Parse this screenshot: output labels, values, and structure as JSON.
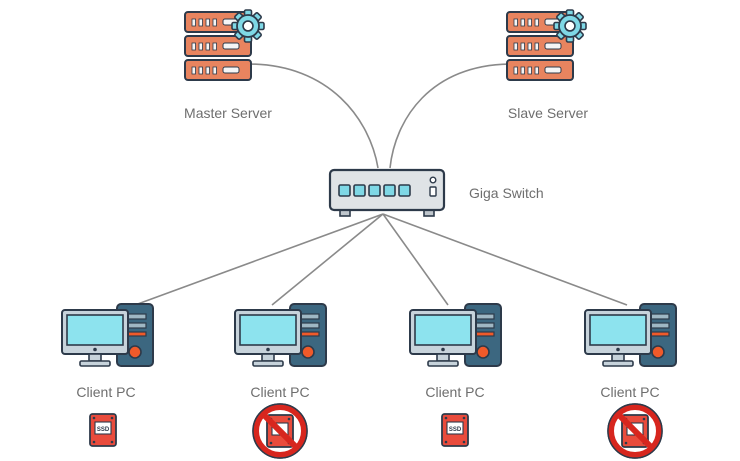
{
  "servers": [
    {
      "label": "Master Server",
      "icon": "server-gear-icon"
    },
    {
      "label": "Slave Server",
      "icon": "server-gear-icon"
    }
  ],
  "switch": {
    "label": "Giga Switch",
    "icon": "network-switch-icon"
  },
  "clients": [
    {
      "label": "Client PC",
      "storage": "SSD",
      "storage_state": "present",
      "icon": "ssd-icon"
    },
    {
      "label": "Client PC",
      "storage": "",
      "storage_state": "none",
      "icon": "no-ssd-icon"
    },
    {
      "label": "Client PC",
      "storage": "SSD",
      "storage_state": "present",
      "icon": "ssd-icon"
    },
    {
      "label": "Client PC",
      "storage": "",
      "storage_state": "none",
      "icon": "no-ssd-icon"
    }
  ],
  "colors": {
    "server_body": "#e8845f",
    "server_slot": "#f5f5f5",
    "gear": "#7fd8e6",
    "outline": "#2d3a4a",
    "switch_body": "#dfe3e6",
    "switch_port": "#7fd8e6",
    "monitor_screen": "#8de3ee",
    "monitor_frame": "#c7d3db",
    "tower": "#3c6780",
    "power_button": "#f05a2a",
    "ssd_red": "#e94b3c",
    "prohibit_red": "#d7261e",
    "link_line": "#8a8a8a"
  }
}
